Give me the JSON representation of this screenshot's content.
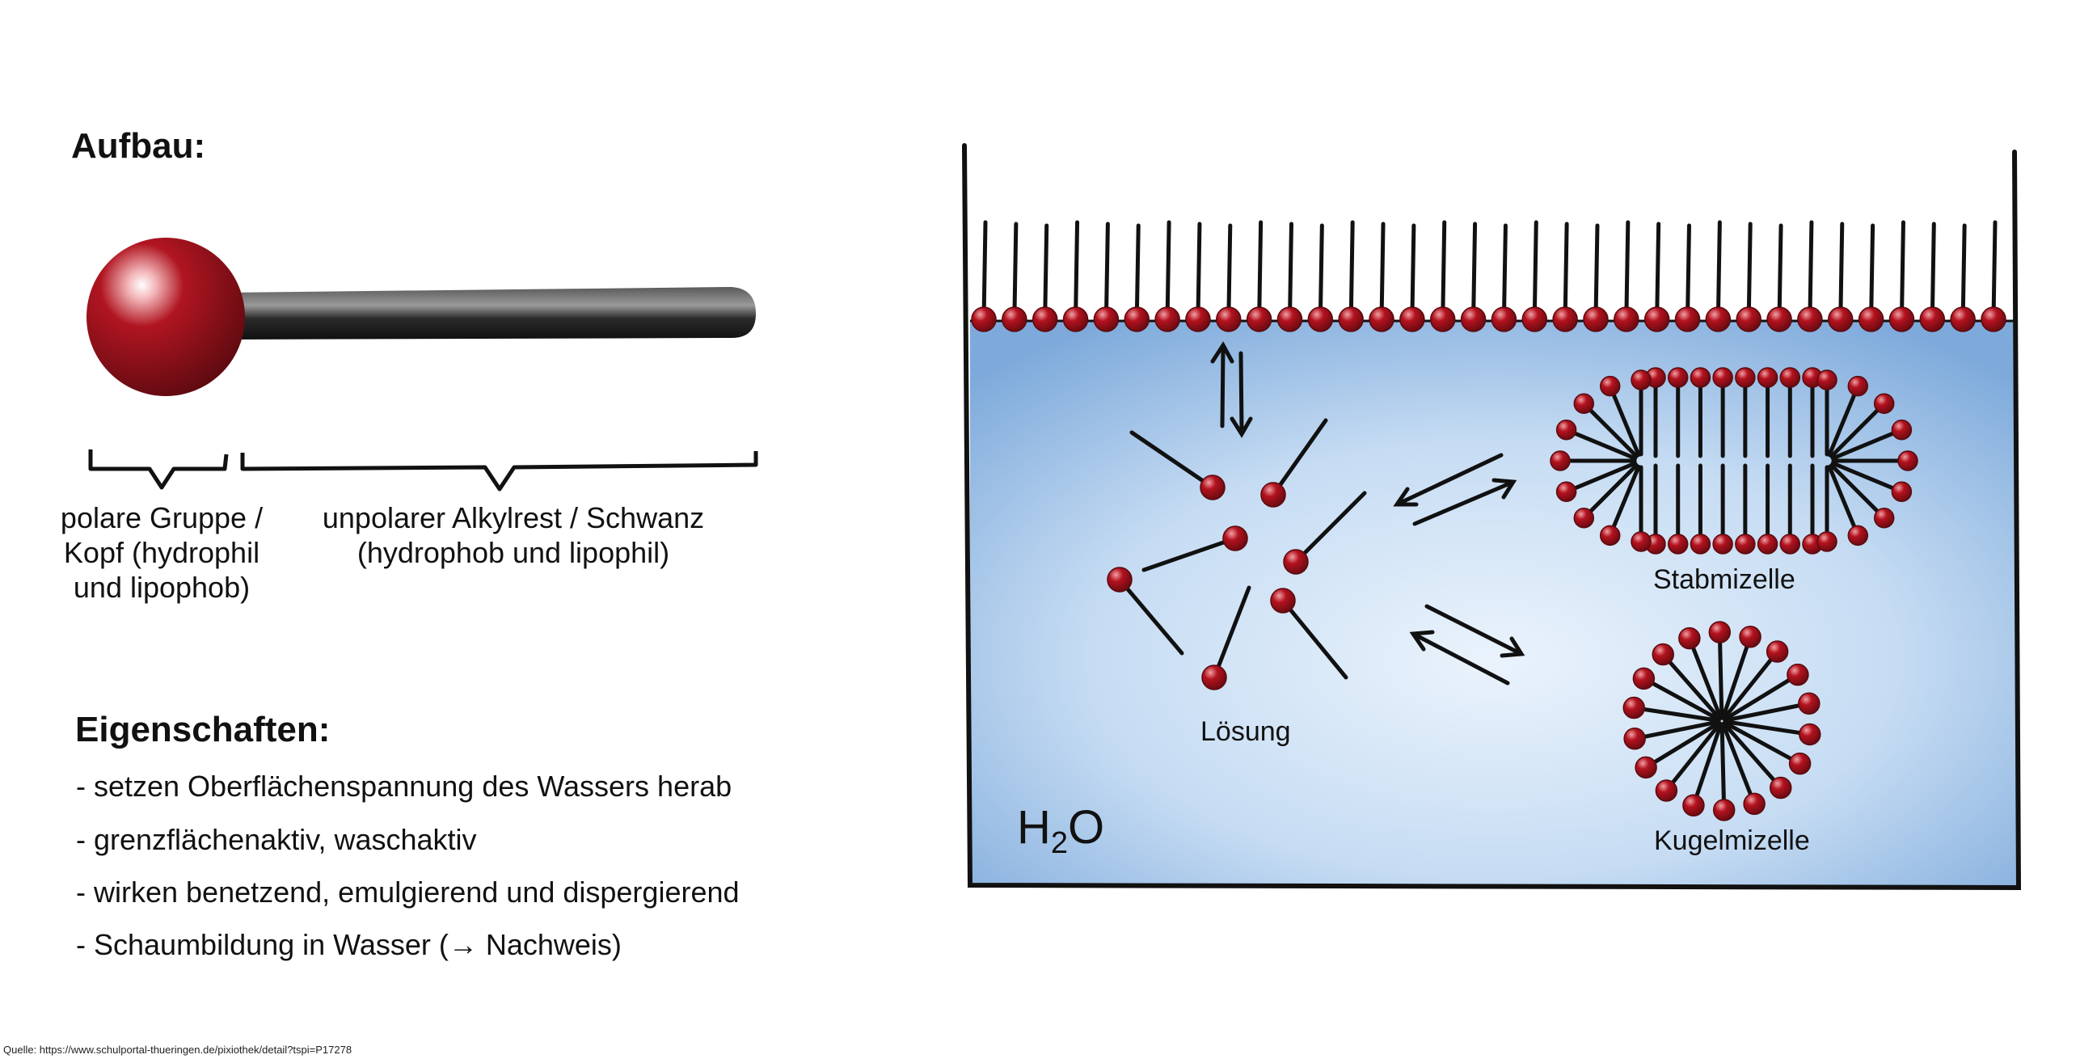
{
  "structure": {
    "heading": "Aufbau:",
    "head_label": "polare Gruppe / Kopf (hydrophil und lipophob)",
    "tail_label_line1": "unpolarer Alkylrest / Schwanz",
    "tail_label_line2": "(hydrophob und lipophil)",
    "colors": {
      "head": "#a3121d",
      "tail": "#2a2a2a"
    }
  },
  "properties": {
    "heading": "Eigenschaften:",
    "items": [
      "- setzen Oberflächenspannung des Wassers herab",
      "- grenzflächenaktiv, waschaktiv",
      "- wirken benetzend, emulgierend und dispergierend",
      "- Schaumbildung in Wasser (→ Nachweis)"
    ]
  },
  "beaker": {
    "water_label_main": "H",
    "water_label_sub": "2",
    "water_label_end": "O",
    "solution_label": "Lösung",
    "rod_micelle_label": "Stabmizelle",
    "sphere_micelle_label": "Kugelmizelle",
    "colors": {
      "water_light": "#dceaf8",
      "water_dark": "#7aa8dc",
      "head": "#a3121d"
    }
  },
  "source": "Quelle: https://www.schulportal-thueringen.de/pixiothek/detail?tspi=P17278"
}
